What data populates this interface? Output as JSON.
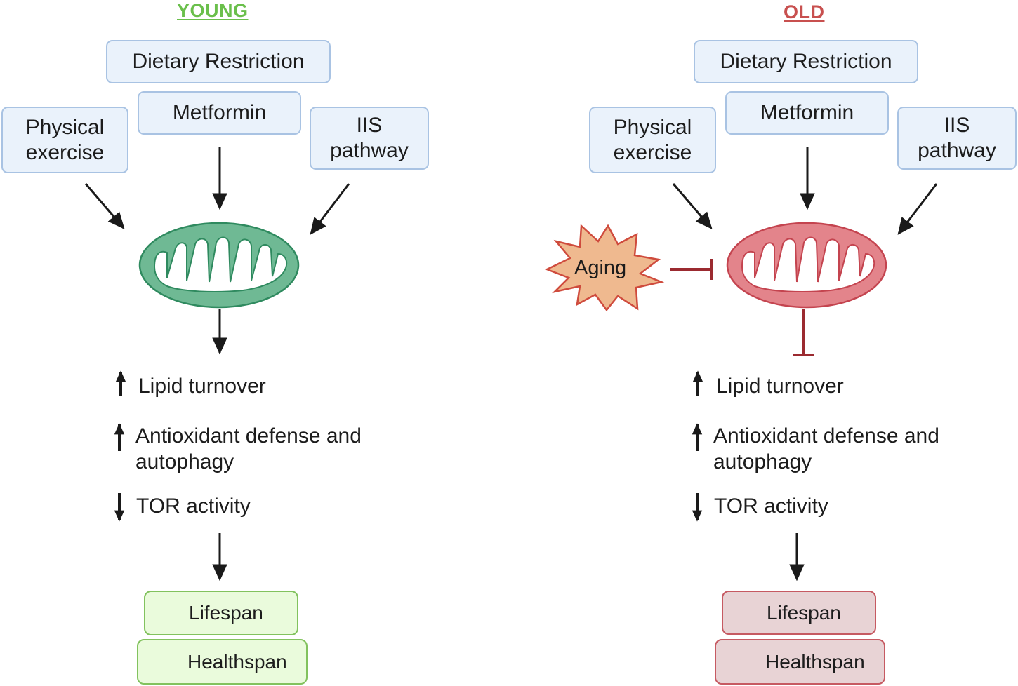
{
  "panels": {
    "young": {
      "title": "YOUNG",
      "inputs": {
        "dietary": "Dietary Restriction",
        "metformin": "Metformin",
        "exercise": "Physical exercise",
        "iis": "IIS pathway"
      },
      "effects": {
        "lipid": "Lipid turnover",
        "antioxidant": "Antioxidant defense and autophagy",
        "tor": "TOR activity"
      },
      "outcomes": {
        "lifespan": "Lifespan",
        "healthspan": "Healthspan"
      }
    },
    "old": {
      "title": "OLD",
      "inputs": {
        "dietary": "Dietary Restriction",
        "metformin": "Metformin",
        "exercise": "Physical exercise",
        "iis": "IIS pathway"
      },
      "aging": "Aging",
      "effects": {
        "lipid": "Lipid turnover",
        "antioxidant": "Antioxidant defense and autophagy",
        "tor": "TOR activity"
      },
      "outcomes": {
        "lifespan": "Lifespan",
        "healthspan": "Healthspan"
      }
    }
  },
  "colors": {
    "young_title": "#6abf4b",
    "old_title": "#c8504f",
    "input_box_fill": "#eaf2fb",
    "input_box_border": "#a9c3e3",
    "mito_young_fill": "#6fb994",
    "mito_young_stroke": "#2f8a5f",
    "mito_old_fill": "#e3848b",
    "mito_old_stroke": "#c4444f",
    "aging_fill": "#efb98f",
    "aging_stroke": "#cf4b3d",
    "inhibit": "#9b2a30",
    "arrow": "#1a1a1a"
  },
  "icons": {
    "mitochondrion": "mitochondrion-icon",
    "aging": "starburst-icon",
    "up": "up-arrow-icon",
    "down": "down-arrow-icon",
    "inhibit": "inhibition-bar-icon"
  }
}
